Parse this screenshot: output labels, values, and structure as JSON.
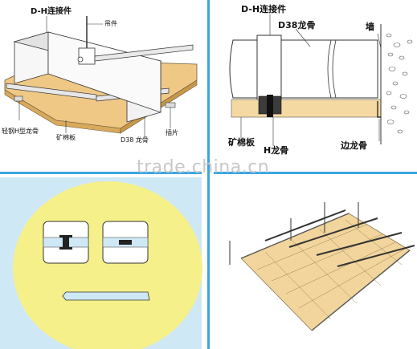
{
  "panel_top_left": {
    "labels": {
      "connector": "D-H连接件",
      "hanger": "吊件",
      "h_keel": "轻钢H型龙骨",
      "mineral_board": "矿棉板",
      "d38_keel": "D38 龙骨",
      "insert_piece": "插片"
    }
  },
  "panel_top_right": {
    "labels": {
      "connector": "D-H连接件",
      "d38_keel": "D38龙骨",
      "wall": "墙",
      "mineral_board": "矿棉板",
      "h_keel": "H龙骨",
      "edge_keel": "边龙骨"
    }
  },
  "watermark": "trade.china.cn",
  "colors": {
    "divider": "#3aa6e0",
    "board": "#f1cf8e",
    "yellow_circle": "#f6f08a",
    "panel_blue": "#cfe8f6"
  }
}
